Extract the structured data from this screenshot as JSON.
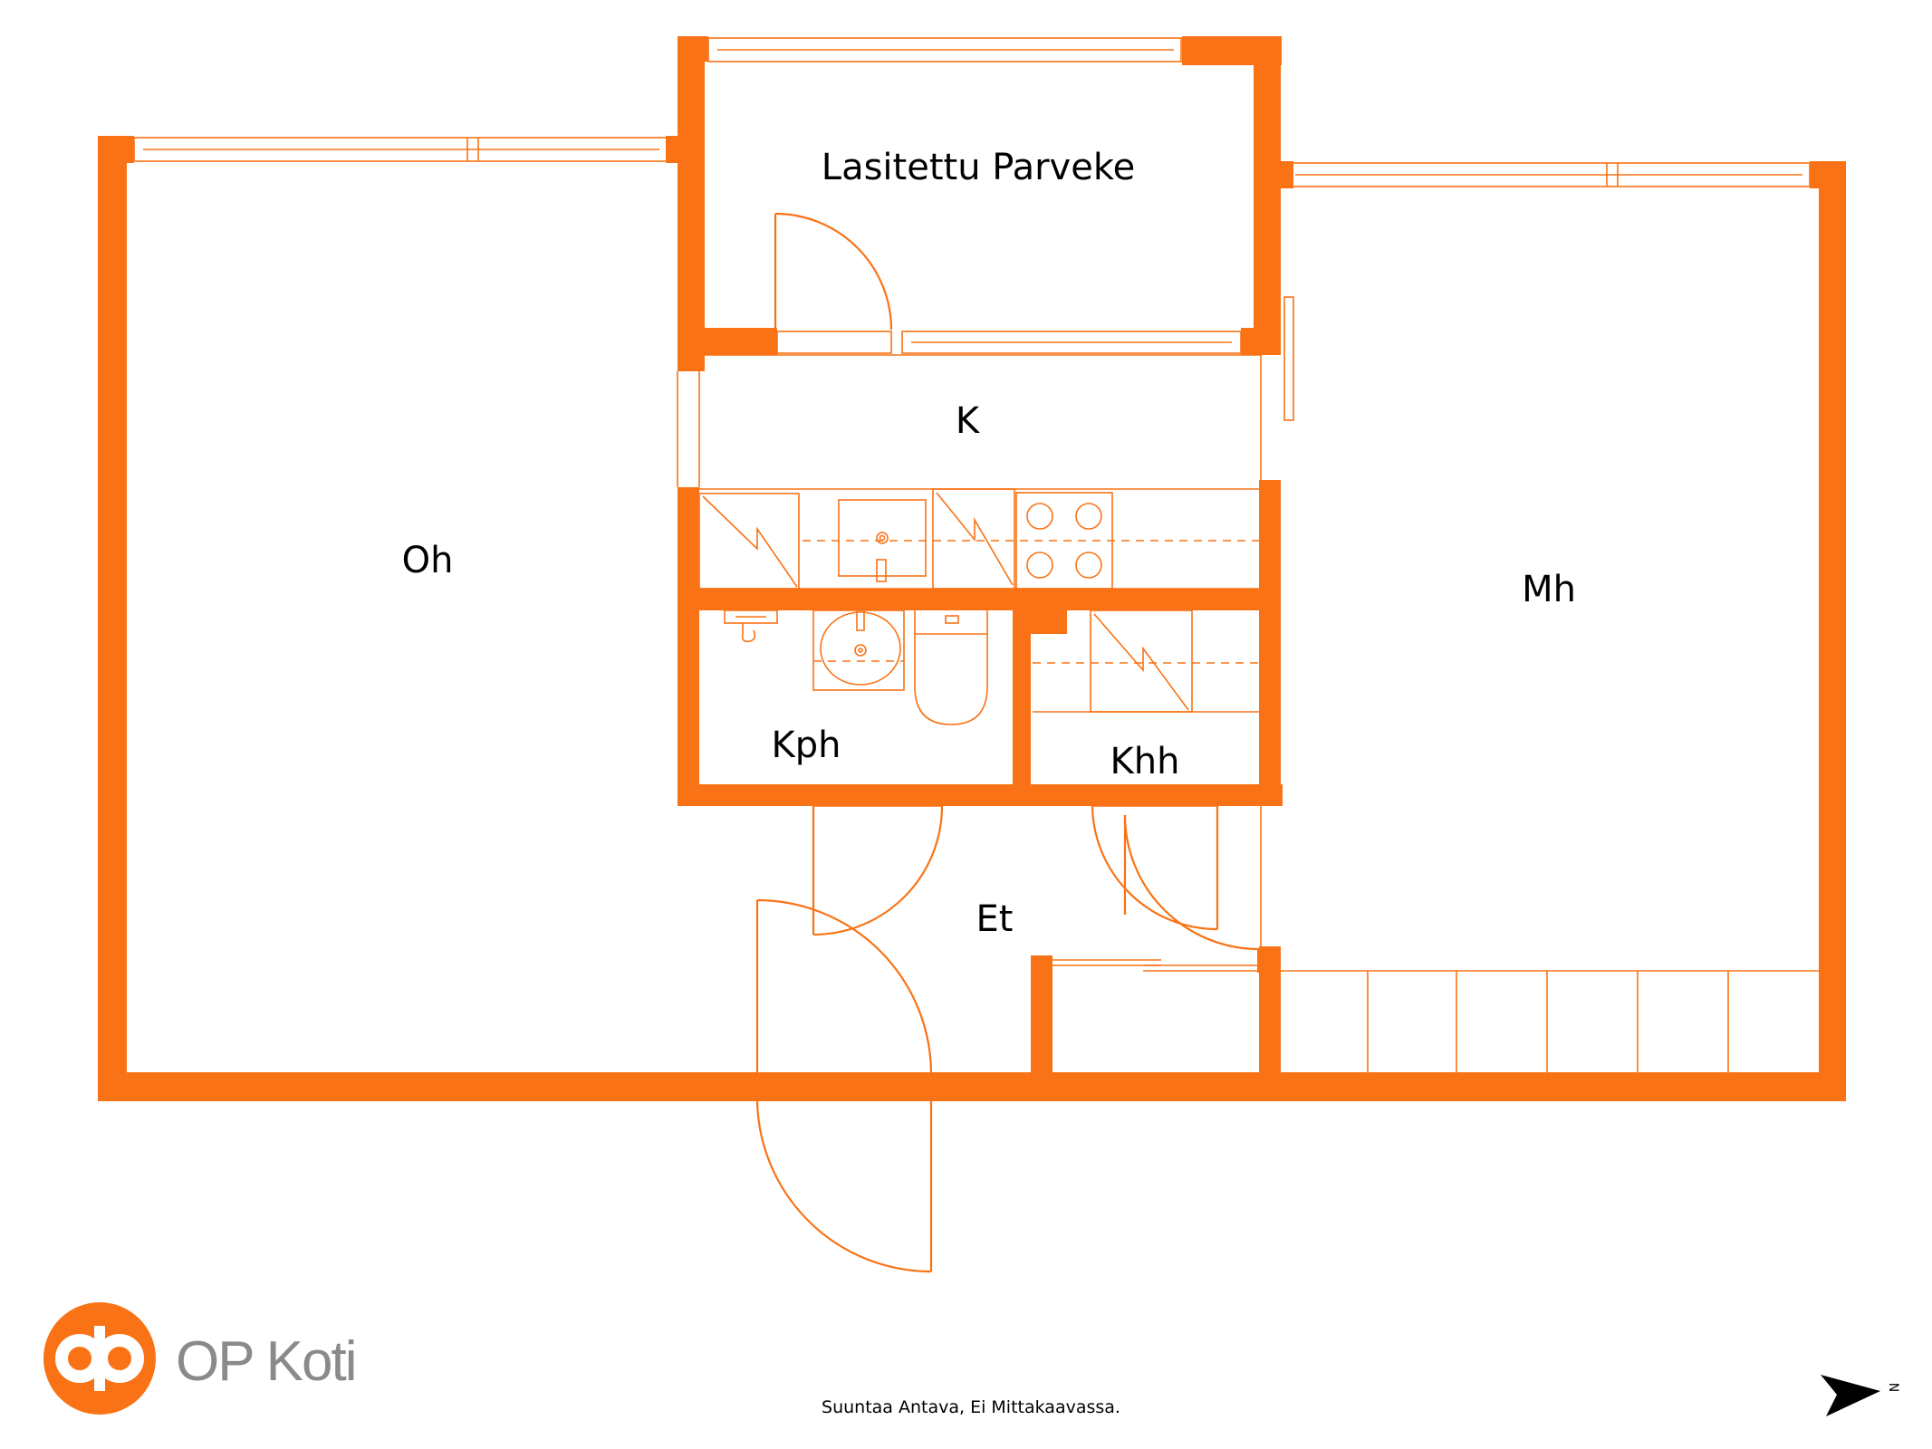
{
  "floorplan": {
    "rooms": [
      {
        "id": "oh",
        "label": "Oh"
      },
      {
        "id": "parveke",
        "label": "Lasitettu Parveke"
      },
      {
        "id": "k",
        "label": "K"
      },
      {
        "id": "mh",
        "label": "Mh"
      },
      {
        "id": "kph",
        "label": "Kph"
      },
      {
        "id": "khh",
        "label": "Khh"
      },
      {
        "id": "et",
        "label": "Et"
      }
    ],
    "wall_color": "#f97316"
  },
  "brand": {
    "name": "OP Koti",
    "logo_color": "#f97316",
    "text_color": "#8a8a8a"
  },
  "footer": {
    "note": "Suuntaa Antava, Ei Mittakaavassa."
  },
  "compass": {
    "direction_label": "N",
    "icon": "north-arrow-icon"
  }
}
